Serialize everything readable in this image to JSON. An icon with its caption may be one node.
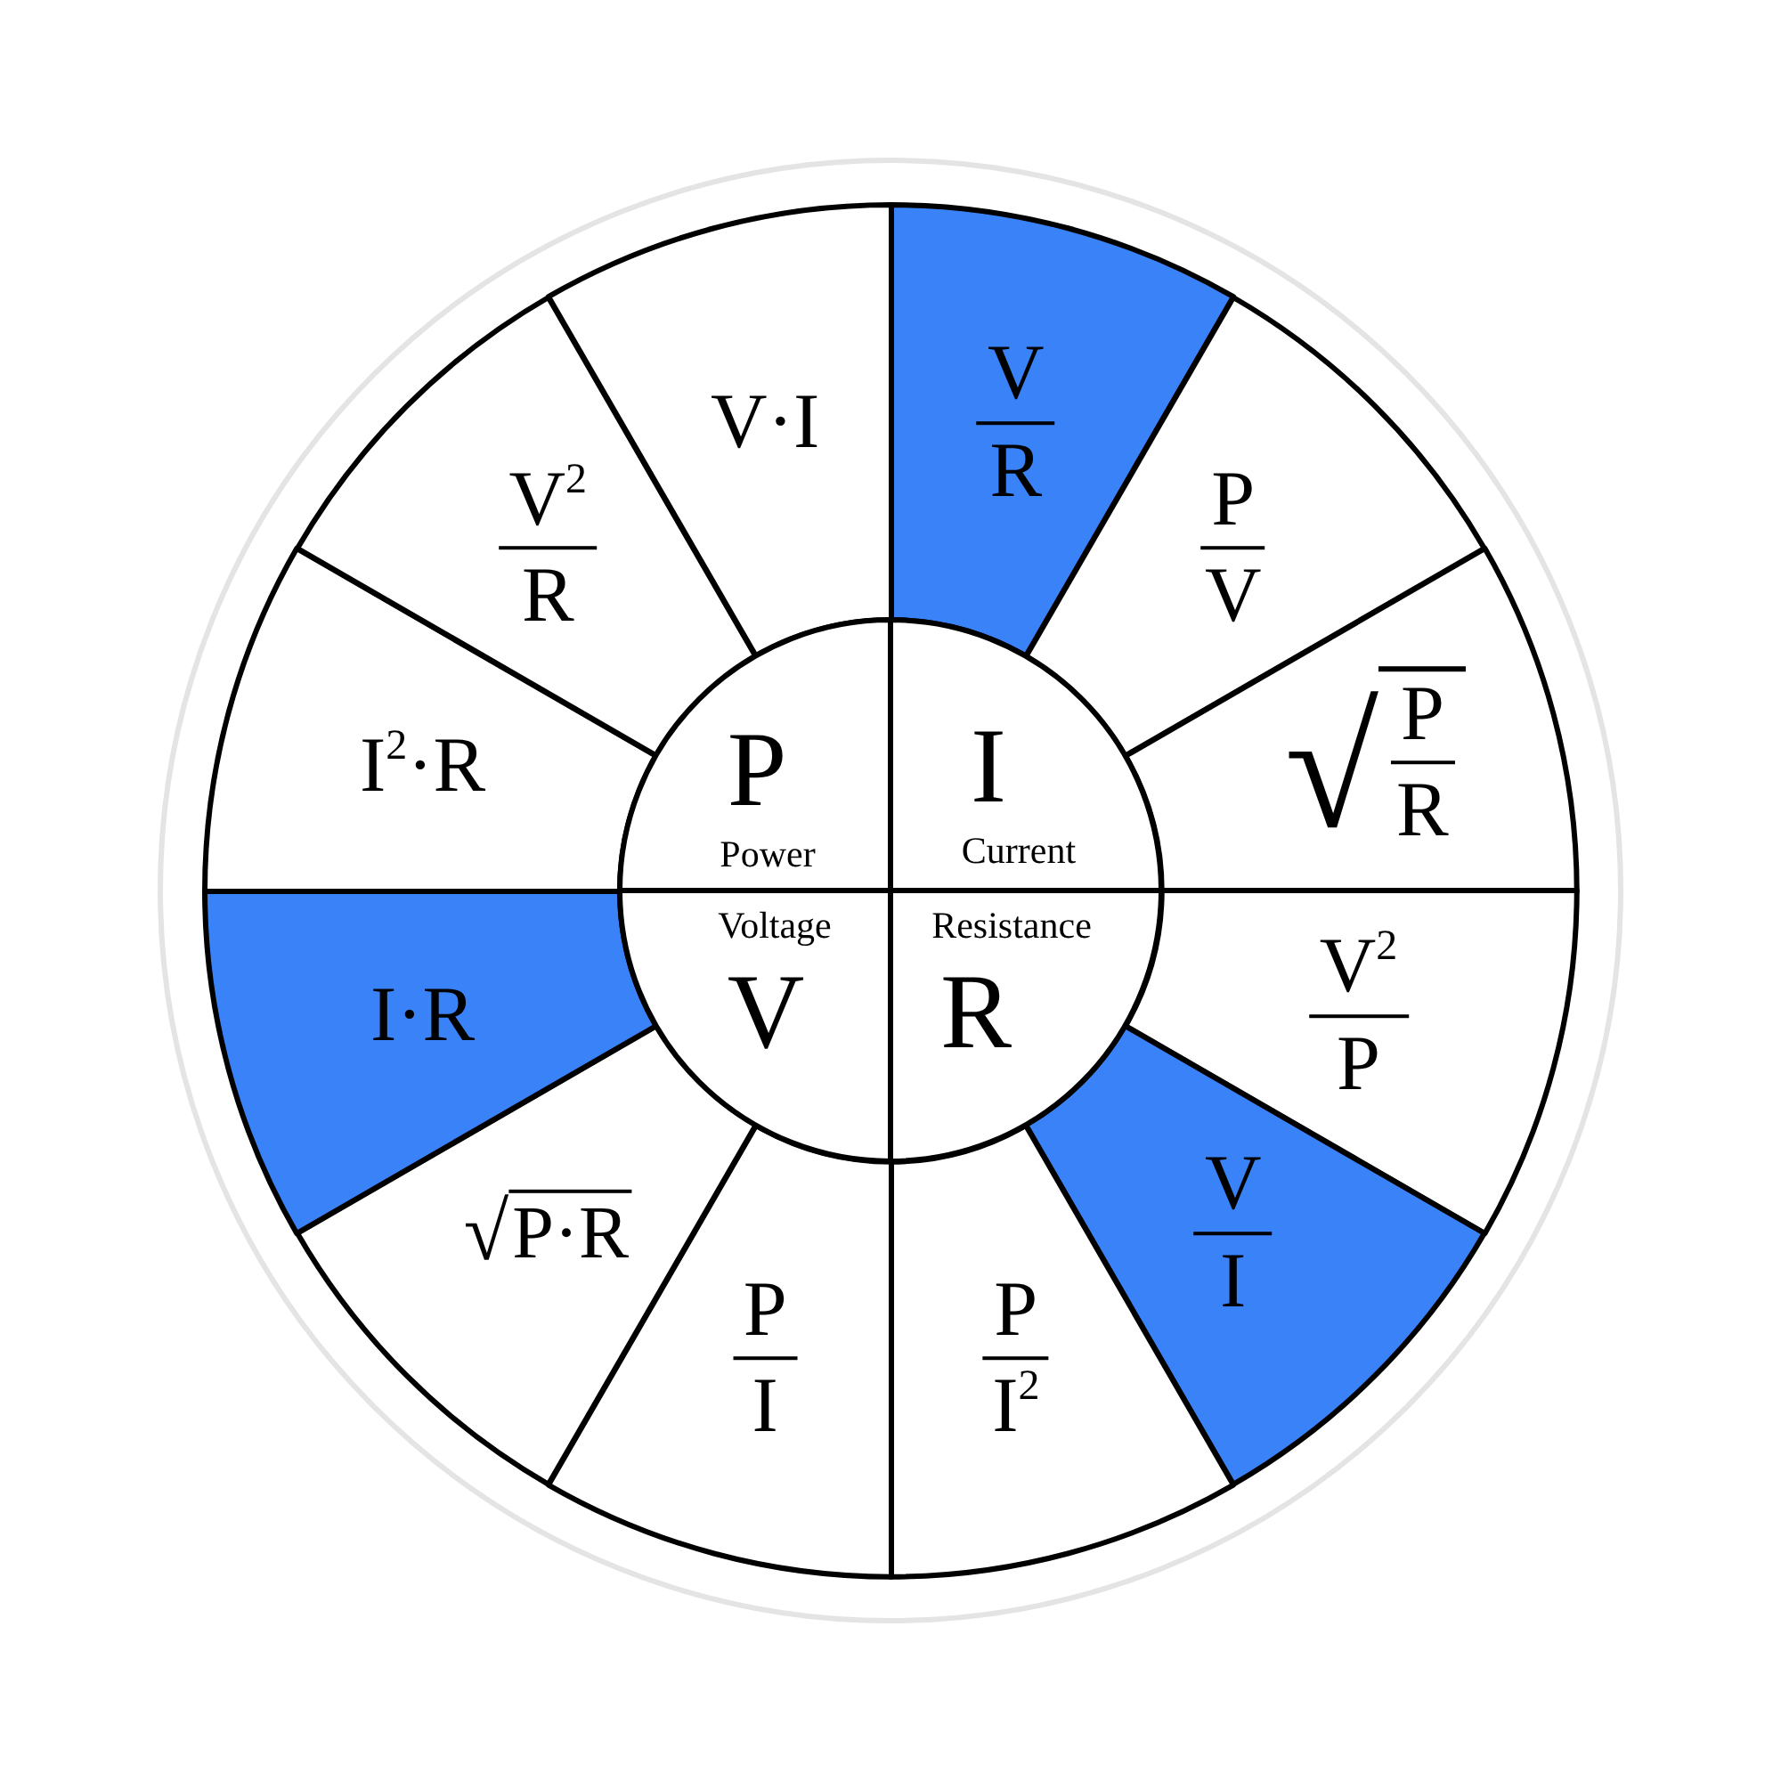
{
  "diagram": {
    "nodes": [
      {
        "text": [
          "V",
          "R"
        ]
      },
      {
        "text": [
          "P",
          "V"
        ]
      },
      {
        "text": [
          "√",
          "P",
          "R"
        ]
      },
      {
        "text": [
          "V$^{2}$",
          "P"
        ]
      },
      {
        "text": [
          "V",
          "I"
        ]
      },
      {
        "text": [
          "P",
          "I$^{2}$"
        ]
      },
      {
        "text": [
          "P",
          "I"
        ]
      },
      {
        "text": [
          "√",
          "P·R"
        ]
      },
      {
        "text": [
          "I·R"
        ]
      },
      {
        "text": [
          "I$^{2}$·R"
        ]
      },
      {
        "text": [
          "V$^{2}$",
          "R"
        ]
      },
      {
        "text": [
          "V·I"
        ]
      },
      {
        "text": [
          "P",
          "Power"
        ]
      },
      {
        "text": [
          "I",
          "Current"
        ]
      },
      {
        "text": [
          "Voltage",
          "V"
        ]
      },
      {
        "text": [
          "Resistance",
          "R"
        ]
      }
    ]
  }
}
